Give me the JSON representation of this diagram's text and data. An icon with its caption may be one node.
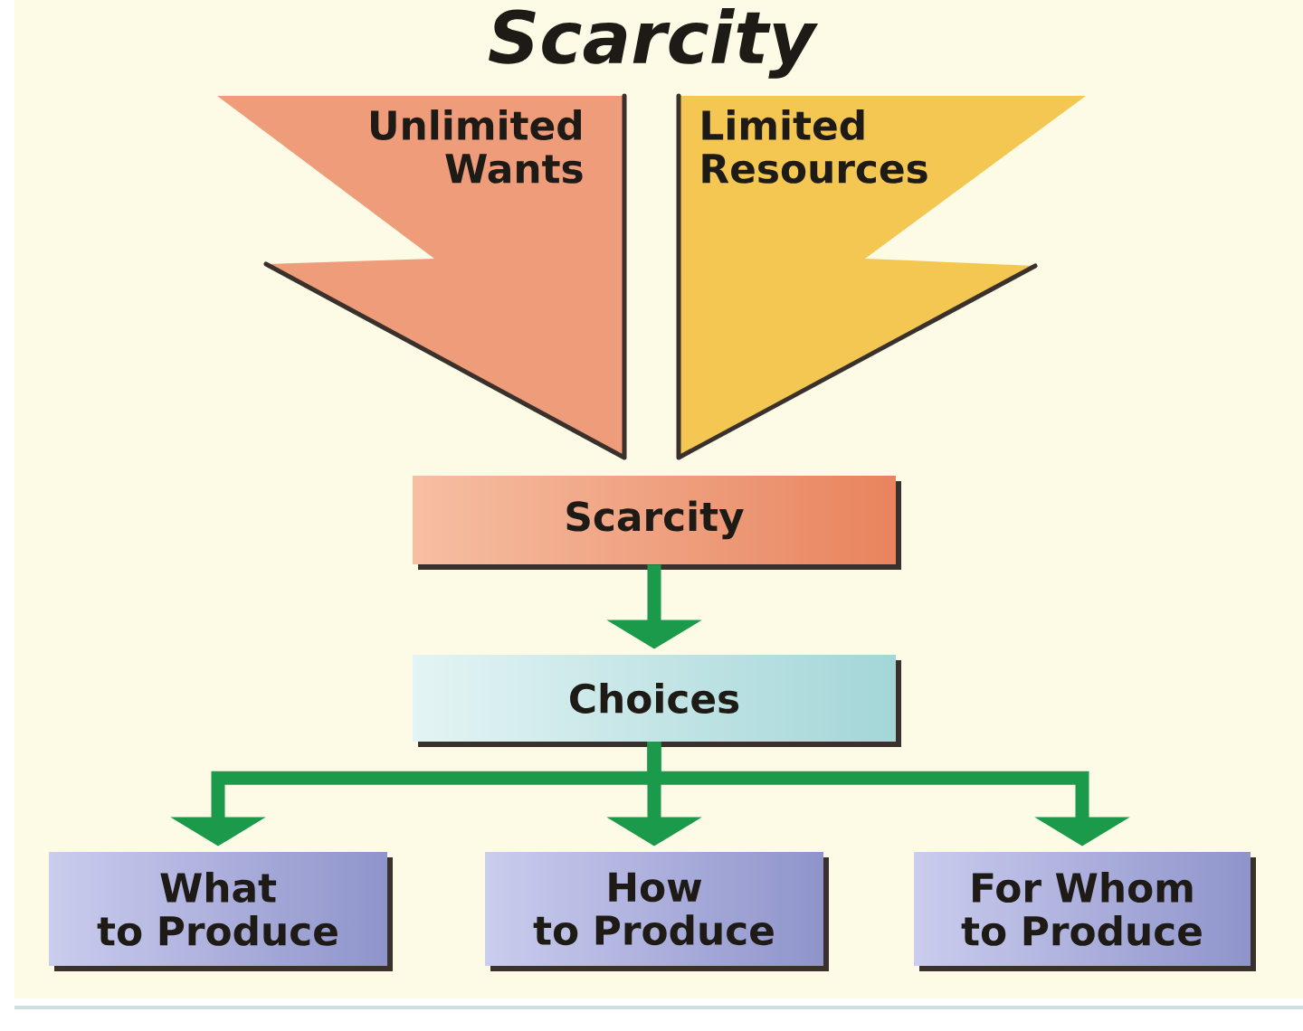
{
  "diagram": {
    "title": "Scarcity",
    "nodes": [
      {
        "text": [
          "Unlimited Wants"
        ]
      },
      {
        "text": [
          "Limited Resources"
        ]
      },
      {
        "text": [
          "Scarcity"
        ]
      },
      {
        "text": [
          "Choices"
        ]
      },
      {
        "text": [
          "What to Produce"
        ]
      },
      {
        "text": [
          "How to Produce"
        ]
      },
      {
        "text": [
          "For Whom to Produce"
        ]
      }
    ],
    "edges": [
      {
        "from": 2,
        "to": 3,
        "arrow": "to"
      },
      {
        "from": 3,
        "to": 4,
        "arrow": "to"
      },
      {
        "from": 3,
        "to": 5,
        "arrow": "to"
      },
      {
        "from": 3,
        "to": 6,
        "arrow": "to"
      }
    ]
  }
}
